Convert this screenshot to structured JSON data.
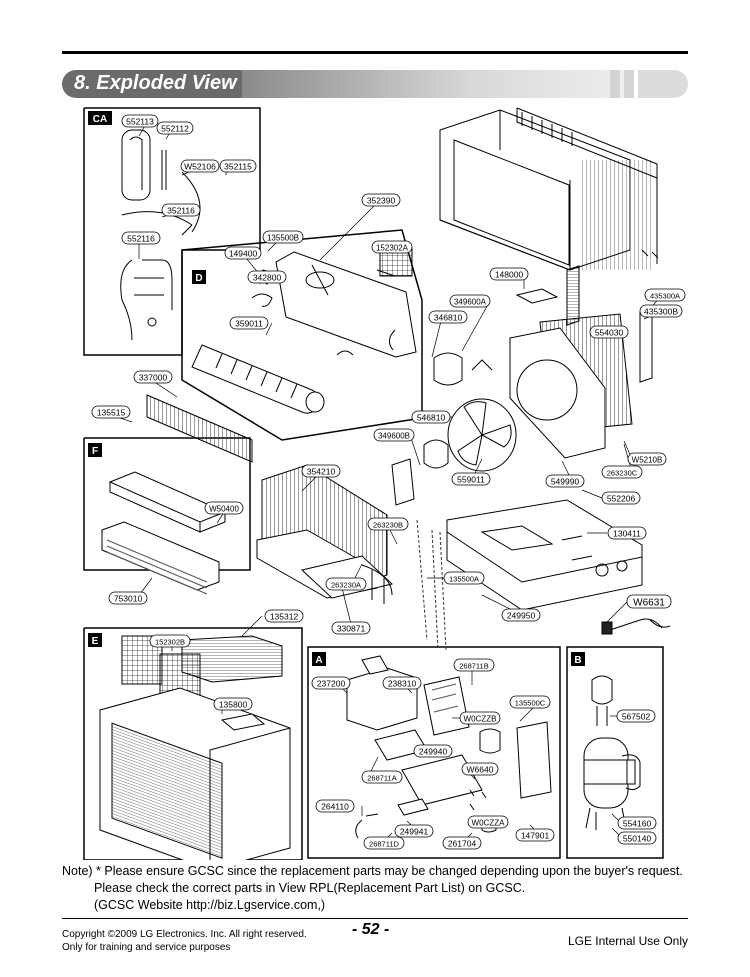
{
  "section_title": "8. Exploded View",
  "groups": {
    "CA": "CA",
    "D": "D",
    "F": "F",
    "E": "E",
    "A": "A",
    "B": "B"
  },
  "parts": {
    "p552113": "552113",
    "p552112": "552112",
    "pW52106": "W52106",
    "p352115": "352115",
    "p352116": "352116",
    "p552116": "552116",
    "p135500B": "135500B",
    "p149400": "149400",
    "p342800": "342800",
    "p352390": "352390",
    "p152302A": "152302A",
    "p148000": "148000",
    "p435300A": "435300A",
    "p435300B": "435300B",
    "p349600A": "349600A",
    "p346810": "346810",
    "p554030": "554030",
    "p359011": "359011",
    "p337000": "337000",
    "p135515": "135515",
    "p546810": "546810",
    "p349600B": "349600B",
    "pW5210B": "W5210B",
    "p263230C": "263230C",
    "p354210": "354210",
    "p559011": "559011",
    "p549990": "549990",
    "p552206": "552206",
    "pW50400": "W50400",
    "p263230B": "263230B",
    "p130411": "130411",
    "p135500A": "135500A",
    "p263230A": "263230A",
    "p753010": "753010",
    "p135312": "135312",
    "p249950": "249950",
    "pW6631": "W6631",
    "p330871": "330871",
    "p152302B": "152302B",
    "p268711B": "268711B",
    "p237200": "237200",
    "p238310": "238310",
    "p135500C": "135500C",
    "p567502": "567502",
    "p135800": "135800",
    "pW0CZZB": "W0CZZB",
    "p249940": "249940",
    "pW6640": "W6640",
    "p268711A": "268711A",
    "p264110": "264110",
    "pW0CZZA": "W0CZZA",
    "p554160": "554160",
    "p249941": "249941",
    "p147901": "147901",
    "p550140": "550140",
    "p268711D": "268711D",
    "p261704": "261704"
  },
  "note": {
    "line1": "Note) * Please ensure GCSC since the replacement parts may be changed depending upon the buyer's request.",
    "line2": "Please check  the correct parts in View RPL(Replacement Part List) on GCSC.",
    "line3": "(GCSC Website  http://biz.Lgservice.com,)"
  },
  "footer": {
    "copyright": "Copyright ©2009 LG Electronics. Inc. All right reserved.",
    "training": "Only for training and service purposes",
    "page_number": "- 52 -",
    "internal": "LGE Internal Use Only"
  }
}
